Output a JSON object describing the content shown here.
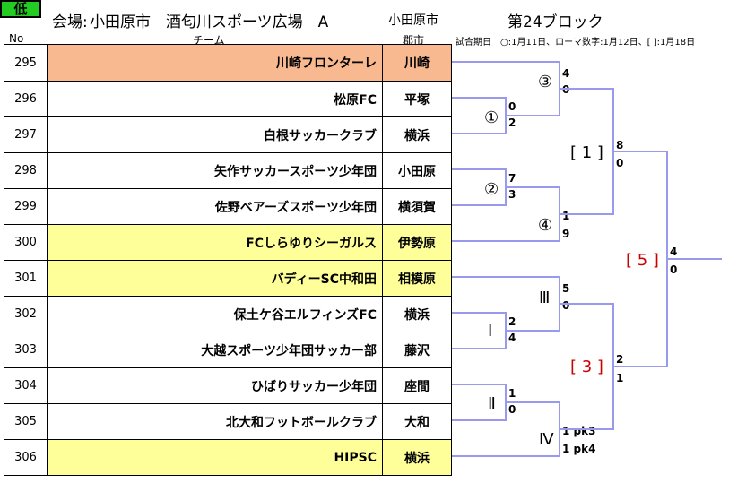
{
  "header": {
    "level": "低",
    "venue_label": "会場:",
    "venue": "小田原市　酒匂川スポーツ広場　A",
    "city": "小田原市",
    "block": "第24ブロック"
  },
  "columns": {
    "no": "No",
    "team": "チーム",
    "district": "郡市"
  },
  "note": "試合期日　○:1月11日、ローマ数字:1月12日、[ ]:1月18日",
  "colors": {
    "orange": "#f8b890",
    "yellow": "#ffff99",
    "bracket": "#9999ee",
    "level_badge": "#22cc22"
  },
  "teams": [
    {
      "no": "295",
      "name": "川崎フロンターレ",
      "district": "川崎",
      "highlight": "orange"
    },
    {
      "no": "296",
      "name": "松原FC",
      "district": "平塚",
      "highlight": ""
    },
    {
      "no": "297",
      "name": "白根サッカークラブ",
      "district": "横浜",
      "highlight": ""
    },
    {
      "no": "298",
      "name": "矢作サッカースポーツ少年団",
      "district": "小田原",
      "highlight": ""
    },
    {
      "no": "299",
      "name": "佐野ベアーズスポーツ少年団",
      "district": "横須賀",
      "highlight": ""
    },
    {
      "no": "300",
      "name": "FCしらゆりシーガルス",
      "district": "伊勢原",
      "highlight": "yellow"
    },
    {
      "no": "301",
      "name": "バディーSC中和田",
      "district": "相模原",
      "highlight": "yellow"
    },
    {
      "no": "302",
      "name": "保土ケ谷エルフィンズFC",
      "district": "横浜",
      "highlight": ""
    },
    {
      "no": "303",
      "name": "大越スポーツ少年団サッカー部",
      "district": "藤沢",
      "highlight": ""
    },
    {
      "no": "304",
      "name": "ひばりサッカー少年団",
      "district": "座間",
      "highlight": ""
    },
    {
      "no": "305",
      "name": "北大和フットボールクラブ",
      "district": "大和",
      "highlight": ""
    },
    {
      "no": "306",
      "name": "HIPSC",
      "district": "横浜",
      "highlight": "yellow"
    }
  ],
  "bracket": {
    "m1": {
      "label": "①",
      "top": "0",
      "bottom": "2"
    },
    "m2": {
      "label": "②",
      "top": "7",
      "bottom": "3"
    },
    "m3": {
      "label": "③",
      "top": "4",
      "bottom": "0"
    },
    "m4": {
      "label": "④",
      "top": "1",
      "bottom": "9"
    },
    "mI": {
      "label": "Ⅰ",
      "top": "2",
      "bottom": "4"
    },
    "mII": {
      "label": "Ⅱ",
      "top": "1",
      "bottom": "0"
    },
    "mIII": {
      "label": "Ⅲ",
      "top": "5",
      "bottom": "0"
    },
    "mIV": {
      "label": "Ⅳ",
      "top": "1 pk3",
      "bottom": "1 pk4"
    },
    "s1": {
      "label": "[ 1 ]",
      "top": "8",
      "bottom": "0"
    },
    "s3": {
      "label": "[ 3 ]",
      "top": "2",
      "bottom": "1"
    },
    "s5": {
      "label": "[ 5 ]",
      "top": "4",
      "bottom": "0"
    }
  }
}
